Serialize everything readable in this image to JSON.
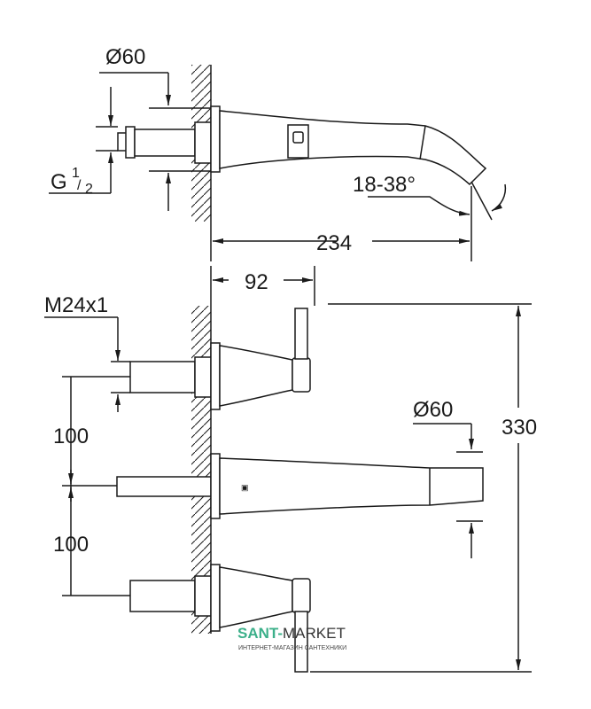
{
  "top_view": {
    "diameter_label": "Ø60",
    "thread_label_main": "G",
    "thread_label_num": "1",
    "thread_label_den": "2",
    "angle_label": "18-38°",
    "length_label": "234"
  },
  "front_view": {
    "depth_label": "92",
    "thread_label": "M24x1",
    "spacing_upper": "100",
    "spacing_lower": "100",
    "diameter_label": "Ø60",
    "height_label": "330"
  },
  "watermark": {
    "brand_a": "SANT-",
    "brand_b": "MARKET",
    "tagline": "ИНТЕРНЕТ-МАГАЗИН САНТЕХНИКИ"
  }
}
